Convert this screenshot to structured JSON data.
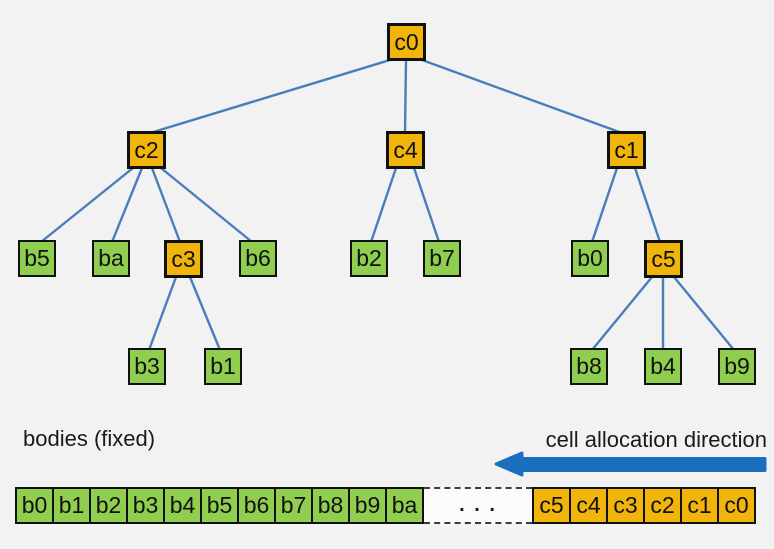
{
  "colors": {
    "background": "#F2F2F2",
    "cell": "#F0B40A",
    "body": "#8FCE4E",
    "edge": "#4A7EBB",
    "arrow": "#1B6FBF"
  },
  "tree": {
    "nodes": [
      {
        "label": "c0",
        "type": "cell"
      },
      {
        "label": "c2",
        "type": "cell"
      },
      {
        "label": "c4",
        "type": "cell"
      },
      {
        "label": "c1",
        "type": "cell"
      },
      {
        "label": "b5",
        "type": "body"
      },
      {
        "label": "ba",
        "type": "body"
      },
      {
        "label": "c3",
        "type": "cell"
      },
      {
        "label": "b6",
        "type": "body"
      },
      {
        "label": "b2",
        "type": "body"
      },
      {
        "label": "b7",
        "type": "body"
      },
      {
        "label": "b0",
        "type": "body"
      },
      {
        "label": "c5",
        "type": "cell"
      },
      {
        "label": "b3",
        "type": "body"
      },
      {
        "label": "b1",
        "type": "body"
      },
      {
        "label": "b8",
        "type": "body"
      },
      {
        "label": "b4",
        "type": "body"
      },
      {
        "label": "b9",
        "type": "body"
      }
    ]
  },
  "labels": {
    "bodies": "bodies (fixed)",
    "allocation": "cell allocation direction"
  },
  "array": {
    "body_slots": [
      "b0",
      "b1",
      "b2",
      "b3",
      "b4",
      "b5",
      "b6",
      "b7",
      "b8",
      "b9",
      "ba"
    ],
    "ellipsis": ". . .",
    "cell_slots": [
      "c5",
      "c4",
      "c3",
      "c2",
      "c1",
      "c0"
    ]
  }
}
